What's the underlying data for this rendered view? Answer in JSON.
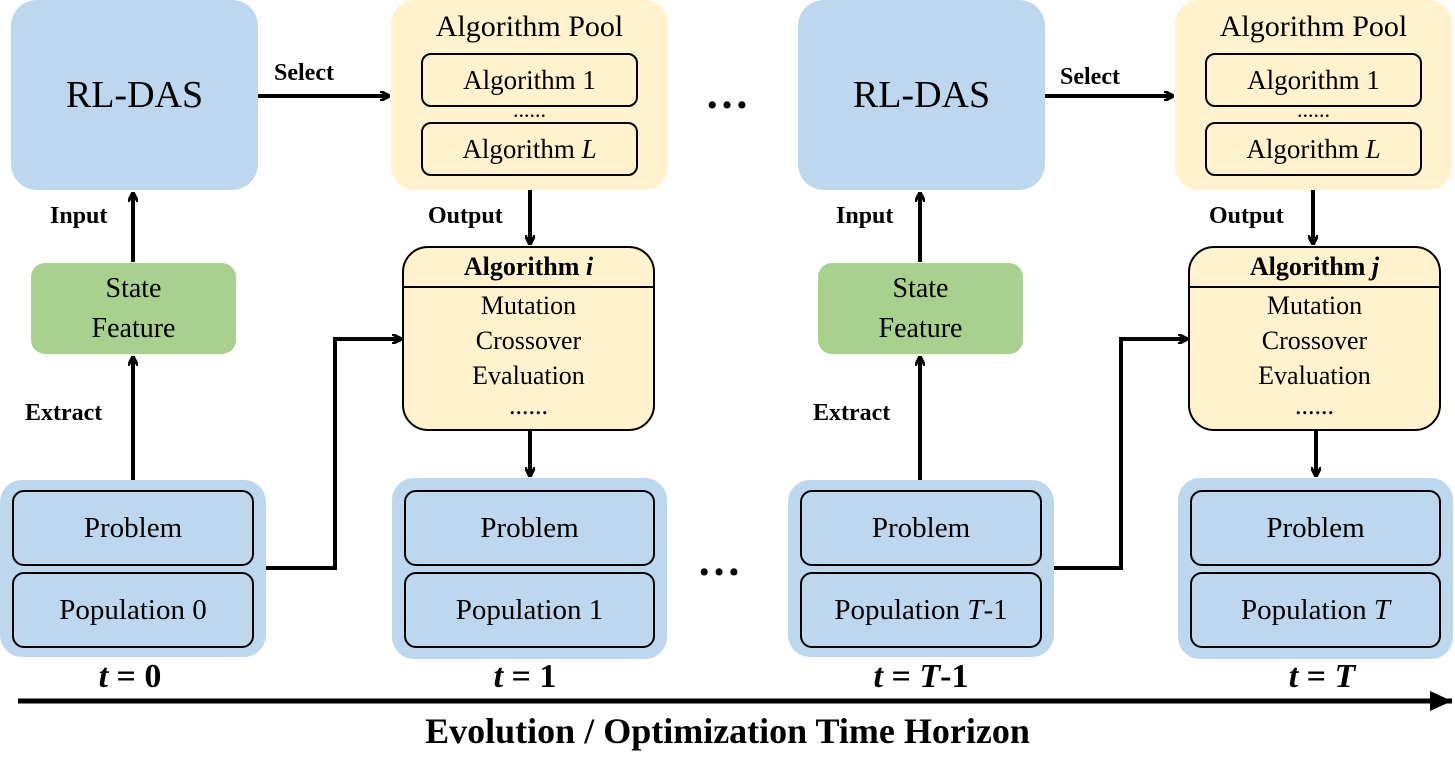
{
  "stages": [
    {
      "rldas": "RL-DAS",
      "select": "Select",
      "pool_title": "Algorithm Pool",
      "pool_first": "Algorithm 1",
      "pool_dots": "......",
      "pool_last_prefix": "Algorithm ",
      "pool_last_var": "L",
      "input": "Input",
      "output": "Output",
      "state_line1": "State",
      "state_line2": "Feature",
      "extract": "Extract",
      "algo_prefix": "Algorithm ",
      "algo_var": "i",
      "ops": [
        "Mutation",
        "Crossover",
        "Evaluation",
        "......"
      ]
    },
    {
      "rldas": "RL-DAS",
      "select": "Select",
      "pool_title": "Algorithm Pool",
      "pool_first": "Algorithm 1",
      "pool_dots": "......",
      "pool_last_prefix": "Algorithm ",
      "pool_last_var": "L",
      "input": "Input",
      "output": "Output",
      "state_line1": "State",
      "state_line2": "Feature",
      "extract": "Extract",
      "algo_prefix": "Algorithm ",
      "algo_var": "j",
      "ops": [
        "Mutation",
        "Crossover",
        "Evaluation",
        "......"
      ]
    }
  ],
  "populations": [
    {
      "problem": "Problem",
      "pop_prefix": "Population ",
      "pop_var": "",
      "pop_suffix": "0",
      "t_var": "t",
      "t_eq": " = ",
      "t_val_var": "",
      "t_val": "0"
    },
    {
      "problem": "Problem",
      "pop_prefix": "Population ",
      "pop_var": "",
      "pop_suffix": "1",
      "t_var": "t",
      "t_eq": " = ",
      "t_val_var": "",
      "t_val": "1"
    },
    {
      "problem": "Problem",
      "pop_prefix": "Population ",
      "pop_var": "T",
      "pop_suffix": "-1",
      "t_var": "t",
      "t_eq": " = ",
      "t_val_var": "T",
      "t_val": "-1"
    },
    {
      "problem": "Problem",
      "pop_prefix": "Population ",
      "pop_var": "T",
      "pop_suffix": "",
      "t_var": "t",
      "t_eq": " = ",
      "t_val_var": "T",
      "t_val": ""
    }
  ],
  "ellipsis": "…",
  "horizon": "Evolution / Optimization Time Horizon"
}
